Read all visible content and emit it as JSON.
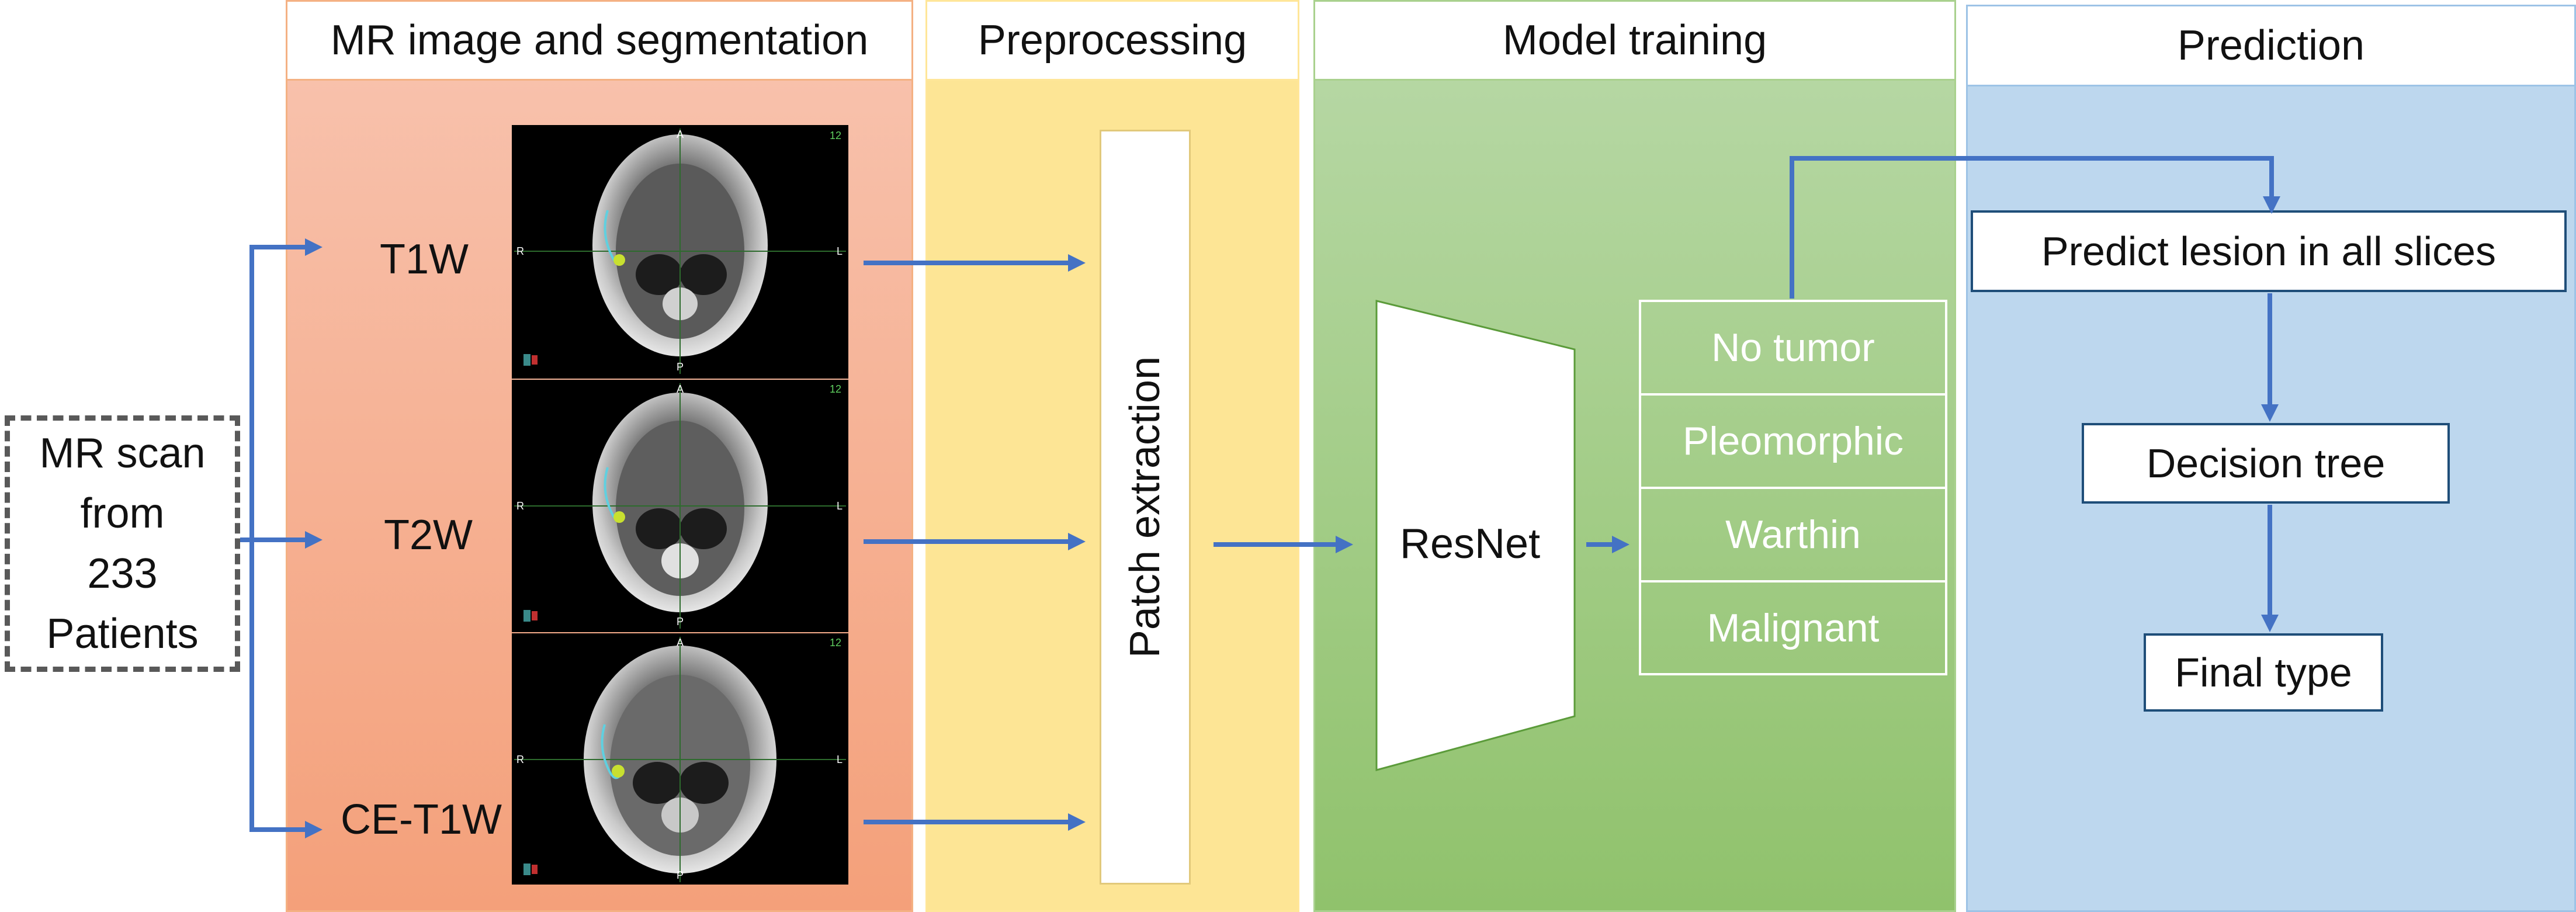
{
  "source": {
    "lines": [
      "MR scan",
      "from",
      "233",
      "Patients"
    ]
  },
  "panels": {
    "mr": {
      "header": "MR image and segmentation"
    },
    "pre": {
      "header": "Preprocessing"
    },
    "train": {
      "header": "Model training"
    },
    "pred": {
      "header": "Prediction"
    }
  },
  "sequences": [
    "T1W",
    "T2W",
    "CE-T1W"
  ],
  "scan_overlay": {
    "orient_top": "A",
    "orient_bottom": "P",
    "orient_left": "R",
    "orient_right": "L",
    "slice_number": "12"
  },
  "preprocessing": {
    "step": "Patch extraction"
  },
  "model": {
    "name": "ResNet"
  },
  "classes": [
    "No tumor",
    "Pleomorphic",
    "Warthin",
    "Malignant"
  ],
  "prediction": {
    "step1": "Predict lesion in all slices",
    "step2": "Decision tree",
    "step3": "Final type"
  },
  "colors": {
    "arrow": "#4472c4",
    "mr_panel_top": "#f8c2ad",
    "mr_panel_bottom": "#f4a07a",
    "pre_panel": "#fde595",
    "train_panel_top": "#b7d7a4",
    "train_panel_bottom": "#92c26f",
    "pred_panel": "#bdd7ee"
  }
}
